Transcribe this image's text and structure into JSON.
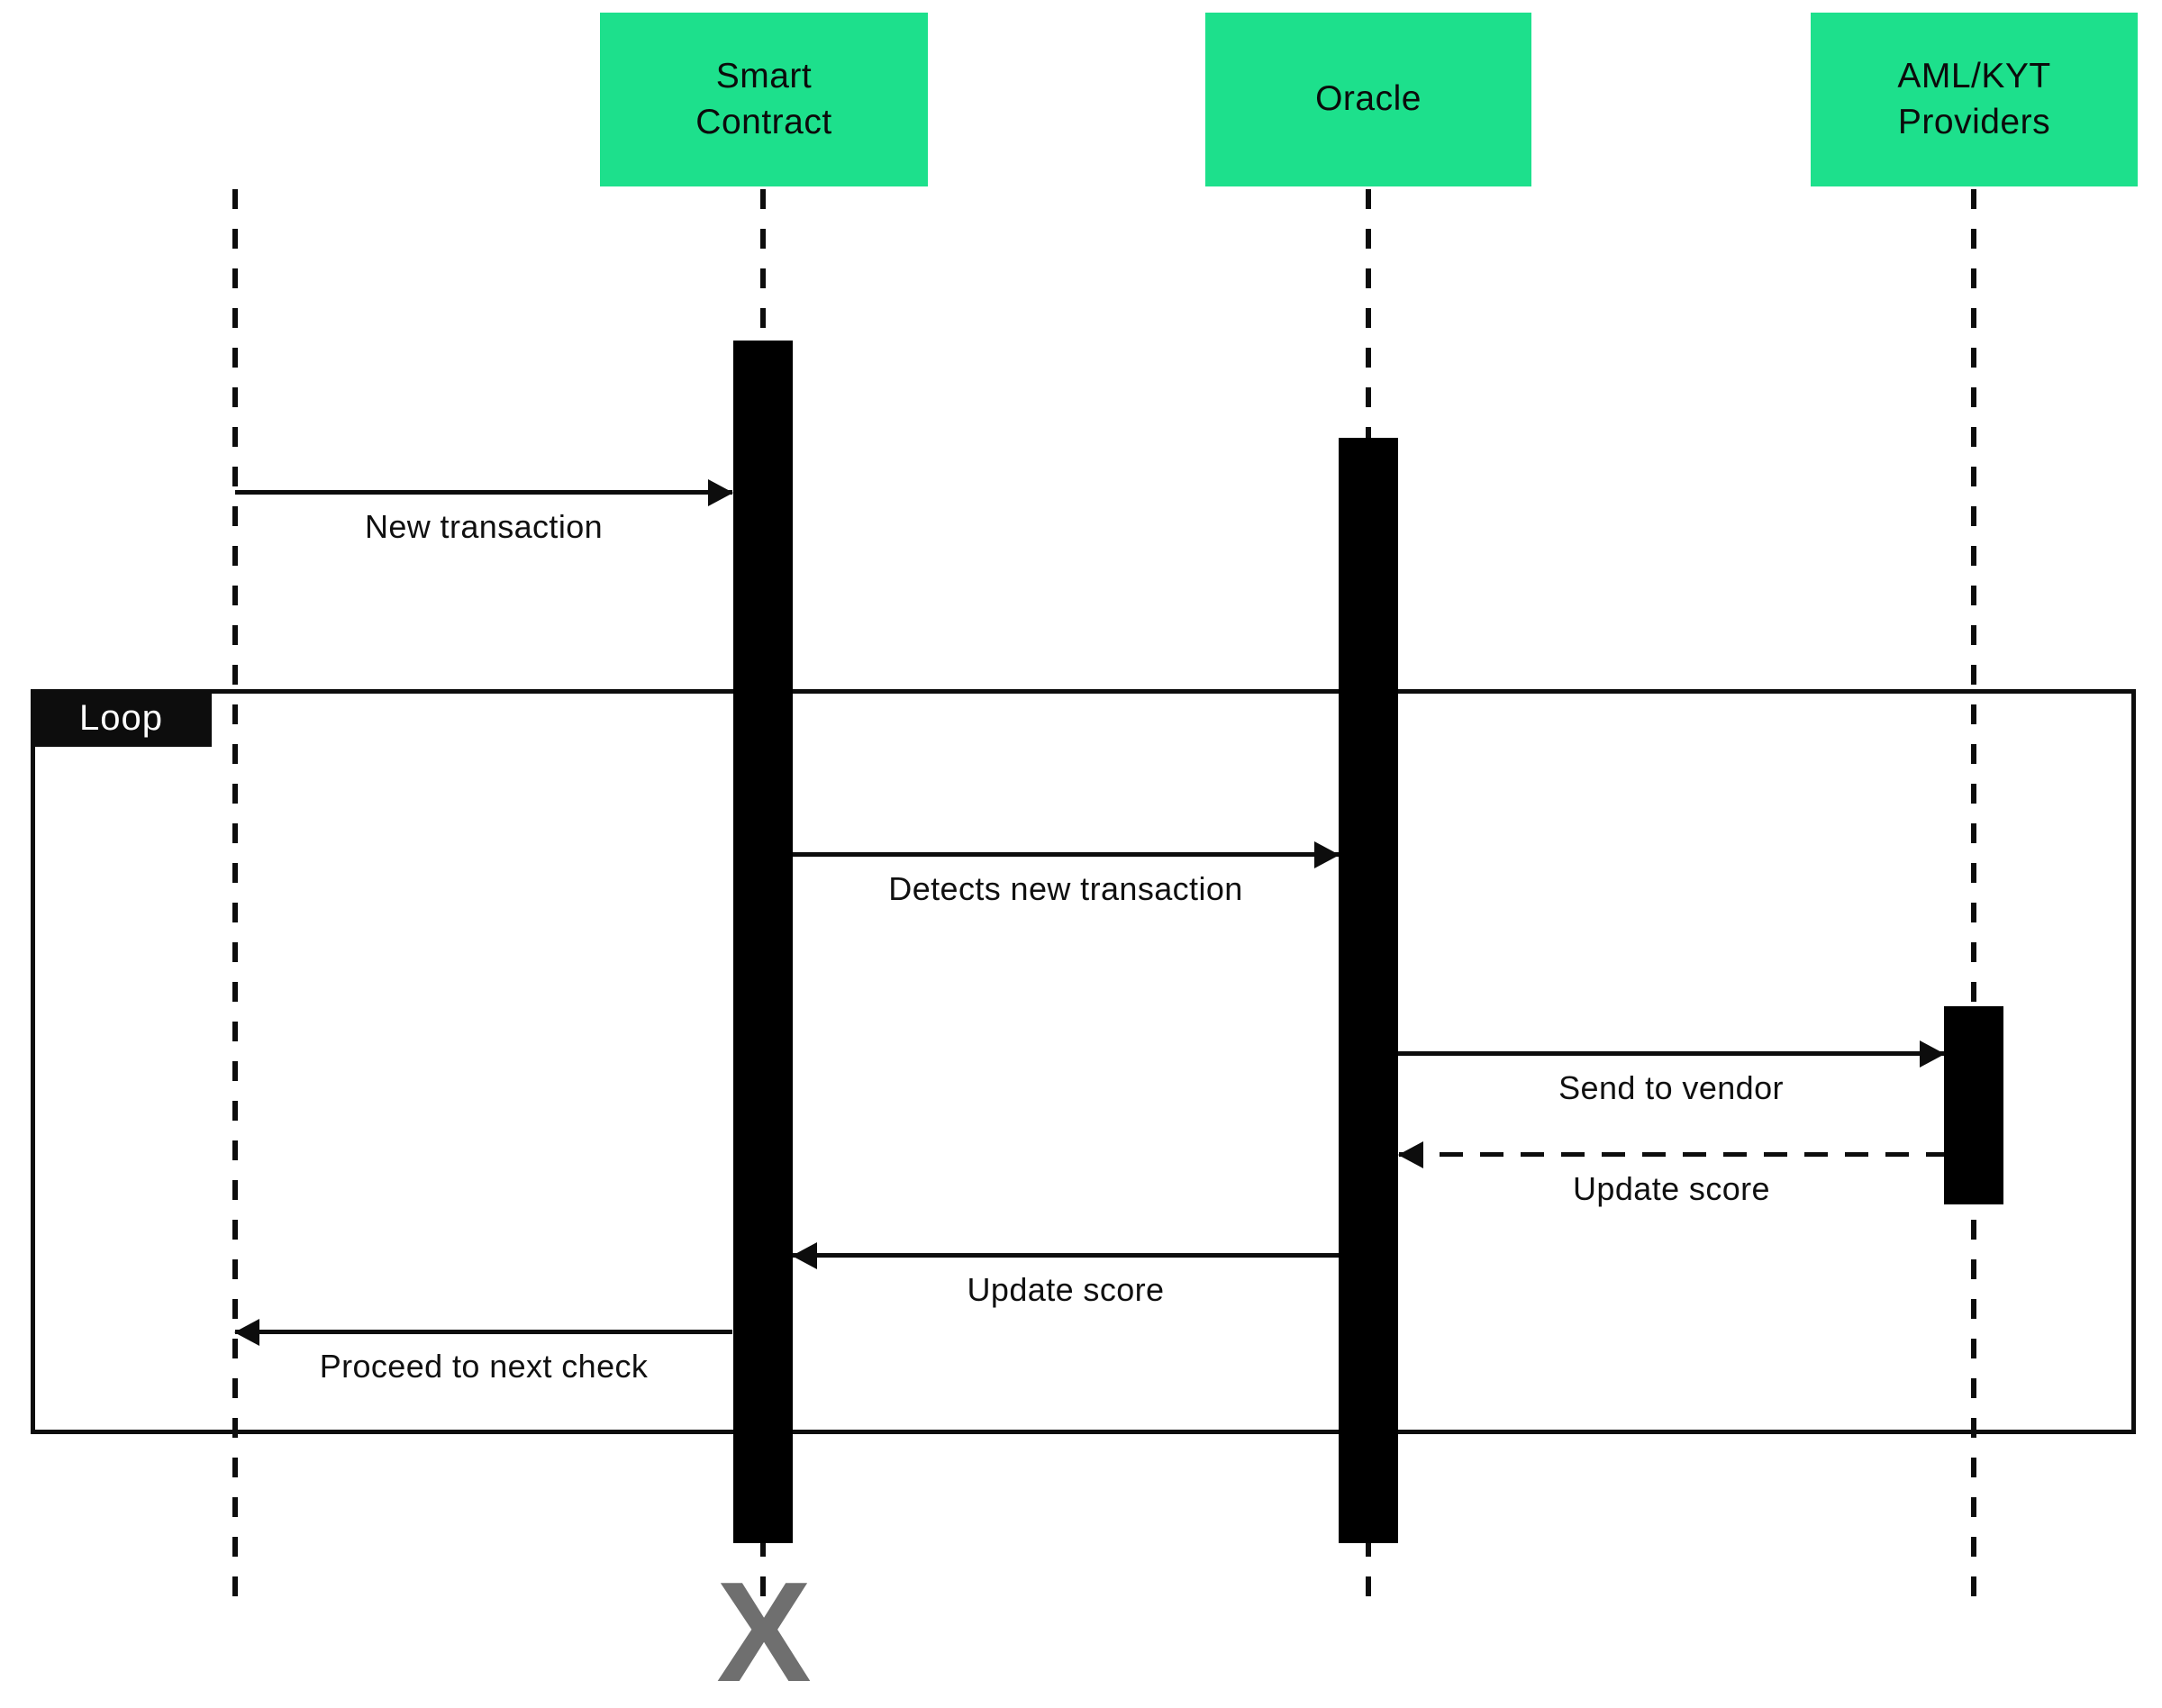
{
  "actors": [
    {
      "label": "Smart\nContract"
    },
    {
      "label": "Oracle"
    },
    {
      "label": "AML/KYT\nProviders"
    }
  ],
  "loop": {
    "label": "Loop"
  },
  "messages": [
    {
      "label": "New transaction",
      "direction": "right",
      "style": "solid"
    },
    {
      "label": "Detects new transaction",
      "direction": "right",
      "style": "solid"
    },
    {
      "label": "Send to vendor",
      "direction": "right",
      "style": "solid"
    },
    {
      "label": "Update score",
      "direction": "left",
      "style": "dashed"
    },
    {
      "label": "Update score",
      "direction": "left",
      "style": "solid"
    },
    {
      "label": "Proceed to next check",
      "direction": "left",
      "style": "solid"
    }
  ],
  "destruction": {
    "label": "X"
  },
  "colors": {
    "actor_fill": "#1de08c",
    "line": "#0d0d0d",
    "destruction": "#6f6f6f"
  }
}
